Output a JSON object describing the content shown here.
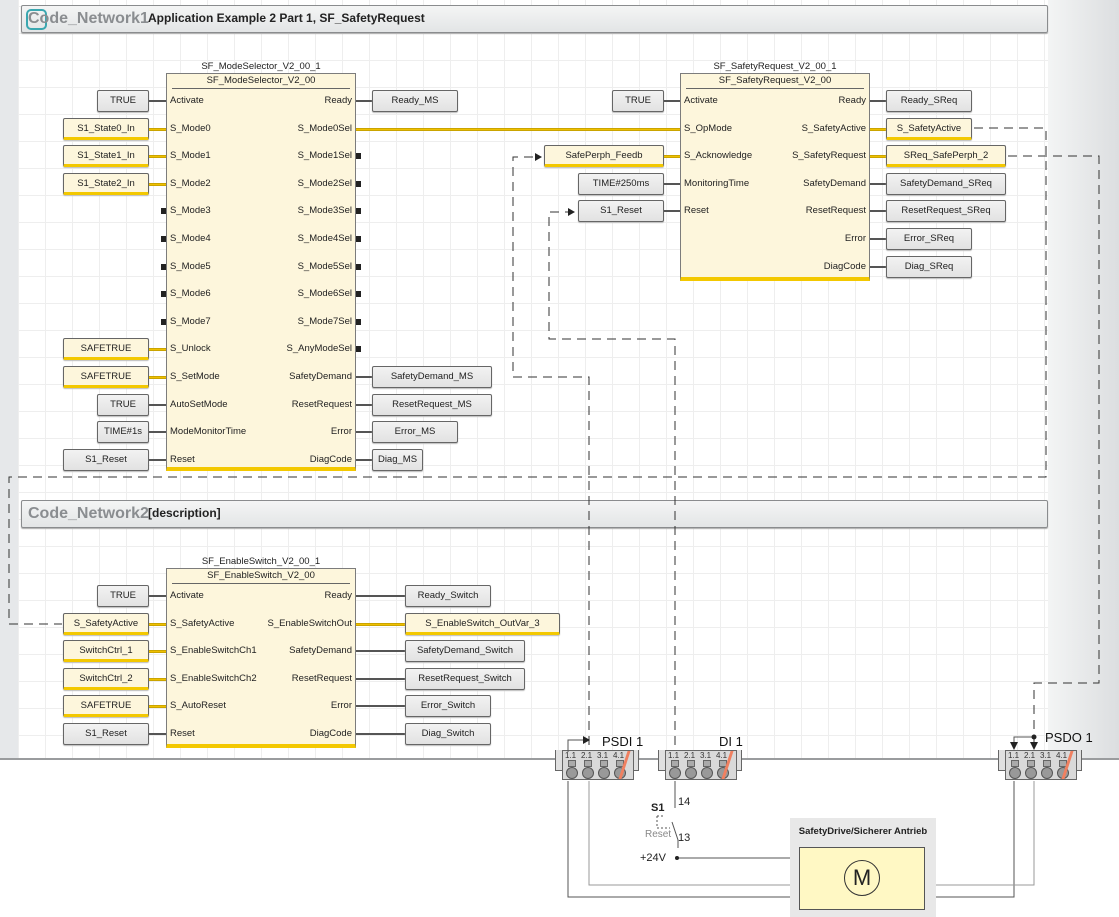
{
  "networks": [
    {
      "name": "Code_Network1",
      "description": "Application Example 2 Part 1, SF_SafetyRequest"
    },
    {
      "name": "Code_Network2",
      "description": "[description]"
    }
  ],
  "blocks": {
    "mode_selector": {
      "instance": "SF_ModeSelector_V2_00_1",
      "type": "SF_ModeSelector_V2_00",
      "inputs": [
        {
          "pin": "Activate",
          "var": "TRUE",
          "safe": false
        },
        {
          "pin": "S_Mode0",
          "var": "S1_State0_In",
          "safe": true
        },
        {
          "pin": "S_Mode1",
          "var": "S1_State1_In",
          "safe": true
        },
        {
          "pin": "S_Mode2",
          "var": "S1_State2_In",
          "safe": true
        },
        {
          "pin": "S_Mode3",
          "var": null,
          "safe": false
        },
        {
          "pin": "S_Mode4",
          "var": null,
          "safe": false
        },
        {
          "pin": "S_Mode5",
          "var": null,
          "safe": false
        },
        {
          "pin": "S_Mode6",
          "var": null,
          "safe": false
        },
        {
          "pin": "S_Mode7",
          "var": null,
          "safe": false
        },
        {
          "pin": "S_Unlock",
          "var": "SAFETRUE",
          "safe": true
        },
        {
          "pin": "S_SetMode",
          "var": "SAFETRUE",
          "safe": true
        },
        {
          "pin": "AutoSetMode",
          "var": "TRUE",
          "safe": false
        },
        {
          "pin": "ModeMonitorTime",
          "var": "TIME#1s",
          "safe": false
        },
        {
          "pin": "Reset",
          "var": "S1_Reset",
          "safe": false
        }
      ],
      "outputs": [
        {
          "pin": "Ready",
          "var": "Ready_MS",
          "safe": false
        },
        {
          "pin": "S_Mode0Sel",
          "var": null,
          "safe": true
        },
        {
          "pin": "S_Mode1Sel",
          "var": null,
          "safe": false
        },
        {
          "pin": "S_Mode2Sel",
          "var": null,
          "safe": false
        },
        {
          "pin": "S_Mode3Sel",
          "var": null,
          "safe": false
        },
        {
          "pin": "S_Mode4Sel",
          "var": null,
          "safe": false
        },
        {
          "pin": "S_Mode5Sel",
          "var": null,
          "safe": false
        },
        {
          "pin": "S_Mode6Sel",
          "var": null,
          "safe": false
        },
        {
          "pin": "S_Mode7Sel",
          "var": null,
          "safe": false
        },
        {
          "pin": "S_AnyModeSel",
          "var": null,
          "safe": false
        },
        {
          "pin": "SafetyDemand",
          "var": "SafetyDemand_MS",
          "safe": false
        },
        {
          "pin": "ResetRequest",
          "var": "ResetRequest_MS",
          "safe": false
        },
        {
          "pin": "Error",
          "var": "Error_MS",
          "safe": false
        },
        {
          "pin": "DiagCode",
          "var": "Diag_MS",
          "safe": false
        }
      ]
    },
    "safety_request": {
      "instance": "SF_SafetyRequest_V2_00_1",
      "type": "SF_SafetyRequest_V2_00",
      "inputs": [
        {
          "pin": "Activate",
          "var": "TRUE",
          "safe": false
        },
        {
          "pin": "S_OpMode",
          "var": null,
          "safe": true
        },
        {
          "pin": "S_Acknowledge",
          "var": "SafePerph_Feedb",
          "safe": true
        },
        {
          "pin": "MonitoringTime",
          "var": "TIME#250ms",
          "safe": false
        },
        {
          "pin": "Reset",
          "var": "S1_Reset",
          "safe": false
        }
      ],
      "outputs": [
        {
          "pin": "Ready",
          "var": "Ready_SReq",
          "safe": false
        },
        {
          "pin": "S_SafetyActive",
          "var": "S_SafetyActive",
          "safe": true
        },
        {
          "pin": "S_SafetyRequest",
          "var": "SReq_SafePerph_2",
          "safe": true
        },
        {
          "pin": "SafetyDemand",
          "var": "SafetyDemand_SReq",
          "safe": false
        },
        {
          "pin": "ResetRequest",
          "var": "ResetRequest_SReq",
          "safe": false
        },
        {
          "pin": "Error",
          "var": "Error_SReq",
          "safe": false
        },
        {
          "pin": "DiagCode",
          "var": "Diag_SReq",
          "safe": false
        }
      ]
    },
    "enable_switch": {
      "instance": "SF_EnableSwitch_V2_00_1",
      "type": "SF_EnableSwitch_V2_00",
      "inputs": [
        {
          "pin": "Activate",
          "var": "TRUE",
          "safe": false
        },
        {
          "pin": "S_SafetyActive",
          "var": "S_SafetyActive",
          "safe": true
        },
        {
          "pin": "S_EnableSwitchCh1",
          "var": "SwitchCtrl_1",
          "safe": true
        },
        {
          "pin": "S_EnableSwitchCh2",
          "var": "SwitchCtrl_2",
          "safe": true
        },
        {
          "pin": "S_AutoReset",
          "var": "SAFETRUE",
          "safe": true
        },
        {
          "pin": "Reset",
          "var": "S1_Reset",
          "safe": false
        }
      ],
      "outputs": [
        {
          "pin": "Ready",
          "var": "Ready_Switch",
          "safe": false
        },
        {
          "pin": "S_EnableSwitchOut",
          "var": "S_EnableSwitch_OutVar_3",
          "safe": true
        },
        {
          "pin": "SafetyDemand",
          "var": "SafetyDemand_Switch",
          "safe": false
        },
        {
          "pin": "ResetRequest",
          "var": "ResetRequest_Switch",
          "safe": false
        },
        {
          "pin": "Error",
          "var": "Error_Switch",
          "safe": false
        },
        {
          "pin": "DiagCode",
          "var": "Diag_Switch",
          "safe": false
        }
      ]
    }
  },
  "hardware": {
    "modules": [
      {
        "name": "PSDI 1",
        "terminals": [
          "1.1",
          "2.1",
          "3.1",
          "4.1"
        ]
      },
      {
        "name": "DI 1",
        "terminals": [
          "1.1",
          "2.1",
          "3.1",
          "4.1"
        ]
      },
      {
        "name": "PSDO 1",
        "terminals": [
          "1.1",
          "2.1",
          "3.1",
          "4.1"
        ]
      }
    ],
    "switch": {
      "name": "S1",
      "label": "Reset",
      "contact_top": "14",
      "contact_bottom": "13"
    },
    "supply": "+24V",
    "drive": {
      "title": "SafetyDrive/Sicherer Antrieb",
      "symbol": "M"
    }
  },
  "colors": {
    "safe_signal": "#f3c800",
    "block_fill": "#fdf6dc",
    "drive_fill": "#fff8c4"
  }
}
